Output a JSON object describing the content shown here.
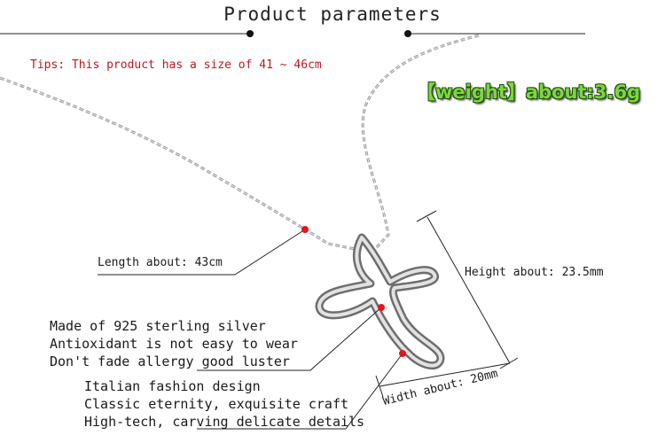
{
  "header": {
    "title": "Product parameters"
  },
  "tips": "Tips: This product has a size of 41 ~ 46cm",
  "weight": "【weight】about:3.6g",
  "measurements": {
    "length": "Length about: 43cm",
    "height": "Height about: 23.5mm",
    "width": "Width about: 20mm"
  },
  "features_group1": [
    "Made of 925 sterling silver",
    "Antioxidant is not easy to wear",
    "Don't fade allergy good luster"
  ],
  "features_group2": [
    "Italian fashion design",
    "Classic eternity, exquisite craft",
    "High-tech, carving delicate details"
  ],
  "colors": {
    "tips_text": "#c0181f",
    "weight_text": "#7dd63c",
    "marker_dot": "#e8141c"
  }
}
